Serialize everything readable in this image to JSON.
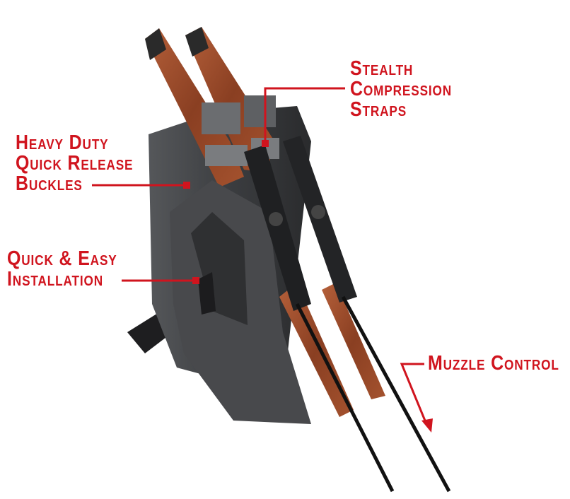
{
  "accent_color": "#d0141e",
  "callouts": [
    {
      "id": "straps",
      "lines": [
        "Stealth",
        "Compression",
        "Straps"
      ]
    },
    {
      "id": "buckles",
      "lines": [
        "Heavy Duty",
        "Quick Release",
        "Buckles"
      ]
    },
    {
      "id": "installation",
      "lines": [
        "Quick & Easy",
        "Installation"
      ]
    },
    {
      "id": "muzzle",
      "lines": [
        "Muzzle Control"
      ]
    }
  ]
}
